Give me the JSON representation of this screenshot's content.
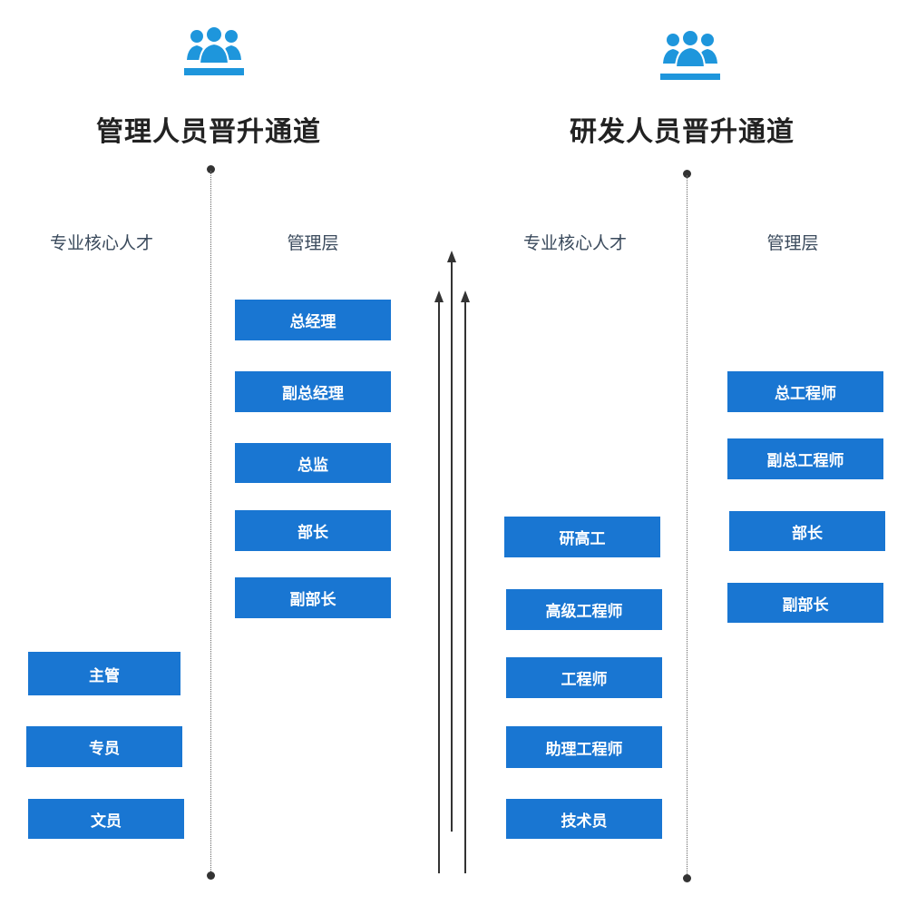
{
  "left": {
    "title": "管理人员晋升通道",
    "columns": [
      {
        "label": "专业核心人才",
        "items": [
          "主管",
          "专员",
          "文员"
        ]
      },
      {
        "label": "管理层",
        "items": [
          "总经理",
          "副总经理",
          "总监",
          "部长",
          "副部长"
        ]
      }
    ]
  },
  "right": {
    "title": "研发人员晋升通道",
    "columns": [
      {
        "label": "专业核心人才",
        "items": [
          "研高工",
          "高级工程师",
          "工程师",
          "助理工程师",
          "技术员"
        ]
      },
      {
        "label": "管理层",
        "items": [
          "总工程师",
          "副总工程师",
          "部长",
          "副部长"
        ]
      }
    ]
  },
  "colors": {
    "box": "#1976d2",
    "icon": "#1e96dc",
    "title": "#222222"
  },
  "icons": {
    "header": "people-group-icon",
    "arrows": "upward-arrows-icon"
  }
}
